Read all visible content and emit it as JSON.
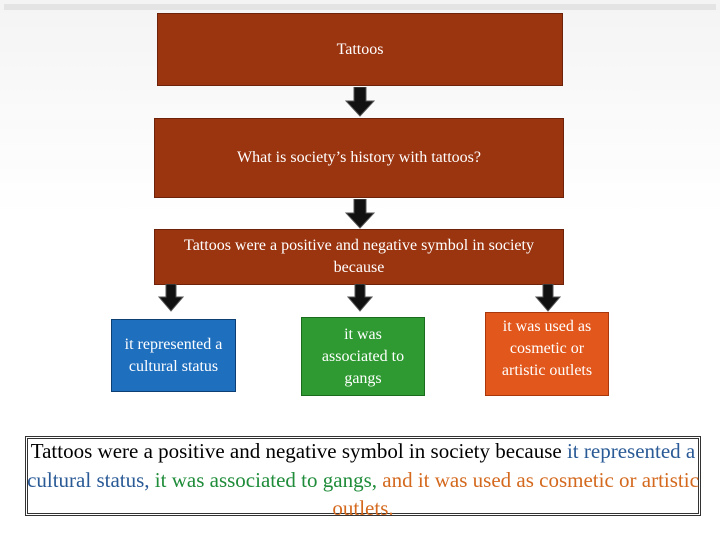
{
  "diagram": {
    "top_box": "Tattoos",
    "question_box": "What is society’s history with tattoos?",
    "thesis_box": "Tattoos were a positive and negative symbol in society because",
    "reasons": [
      {
        "label": "it represented a cultural status",
        "color": "#1f6fbf"
      },
      {
        "label": "it was associated to gangs",
        "color": "#2e9a31"
      },
      {
        "label": "it was used as cosmetic or artistic outlets",
        "color": "#e2571b"
      }
    ],
    "box_color": "#9b3510"
  },
  "summary": {
    "intro": "Tattoos were a positive and negative symbol in society because",
    "reason1": "it represented a cultural status,",
    "reason2": "it was associated to gangs,",
    "connector": "and",
    "reason3": "it was used as cosmetic or artistic outlets."
  }
}
